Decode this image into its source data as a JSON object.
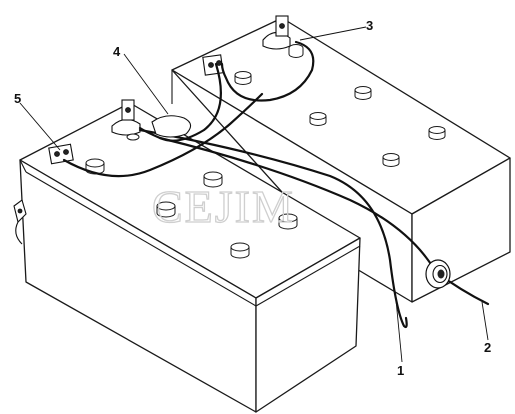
{
  "watermark": "CEJIM",
  "callouts": [
    {
      "id": "1",
      "label": "1"
    },
    {
      "id": "2",
      "label": "2"
    },
    {
      "id": "3",
      "label": "3"
    },
    {
      "id": "4",
      "label": "4"
    },
    {
      "id": "5",
      "label": "5"
    }
  ]
}
